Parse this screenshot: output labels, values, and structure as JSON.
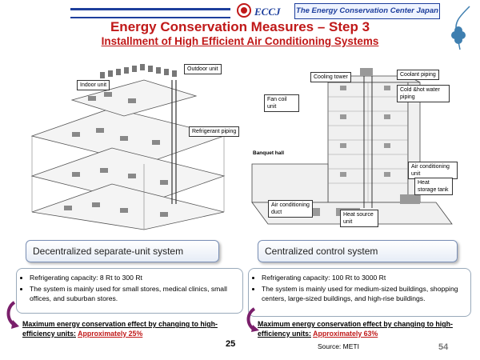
{
  "header": {
    "org_name": "The Energy Conservation Center Japan",
    "logo_text": "ECCJ"
  },
  "slide": {
    "title": "Energy Conservation Measures – Step 3",
    "subtitle": "Installment of High Efficient Air Conditioning Systems"
  },
  "left_illustration": {
    "callouts": {
      "outdoor": "Outdoor unit",
      "indoor": "Indoor unit",
      "refrigerant": "Refrigerant piping"
    }
  },
  "right_illustration": {
    "callouts": {
      "cooling_tower": "Cooling tower",
      "coolant_piping": "Coolant piping",
      "cold_hot_water": "Cold &hot water piping",
      "fan_coil": "Fan coil unit",
      "banquet_hall": "Banquet hall",
      "ac_unit": "Air conditioning unit",
      "heat_storage": "Heat storage tank",
      "ac_duct": "Air conditioning duct",
      "heat_source": "Heat source unit"
    }
  },
  "left_panel": {
    "label": "Decentralized separate-unit system",
    "bullets": [
      "Refrigerating capacity: 8 Rt to 300 Rt",
      "The system is mainly used for small stores, medical clinics, small offices, and suburban stores."
    ],
    "effect_label": "Maximum energy conservation effect by changing to high-efficiency units:",
    "effect_value": "Approximately 25%"
  },
  "right_panel": {
    "label": "Centralized control system",
    "bullets": [
      "Refrigerating capacity: 100 Rt to 3000 Rt",
      "The system is mainly used for medium-sized buildings, shopping centers, large-sized buildings, and high-rise buildings."
    ],
    "effect_label": "Maximum energy conservation effect by changing to high-efficiency units:",
    "effect_value": "Approximately 63%"
  },
  "footer": {
    "inner_page": "25",
    "source": "Source: METI",
    "page_number": "54"
  },
  "colors": {
    "title_red": "#c01818",
    "brand_blue": "#1e3f9c",
    "arrow_purple": "#7a1f6b"
  }
}
